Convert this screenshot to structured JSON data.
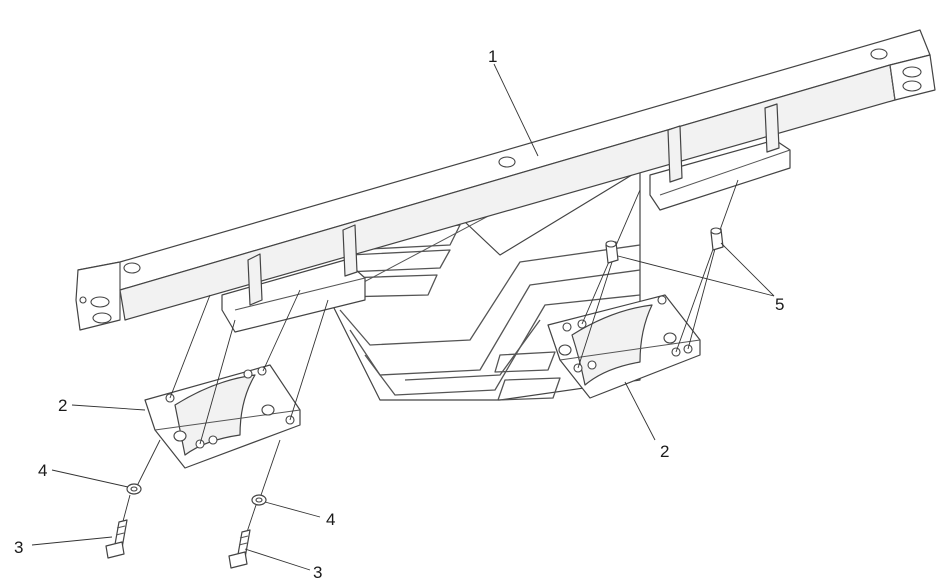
{
  "callouts": {
    "c1": "1",
    "c2_left": "2",
    "c2_right": "2",
    "c3_left": "3",
    "c3_right": "3",
    "c4_left": "4",
    "c4_right": "4",
    "c5": "5"
  },
  "colors": {
    "line": "#444444",
    "background": "#ffffff"
  }
}
